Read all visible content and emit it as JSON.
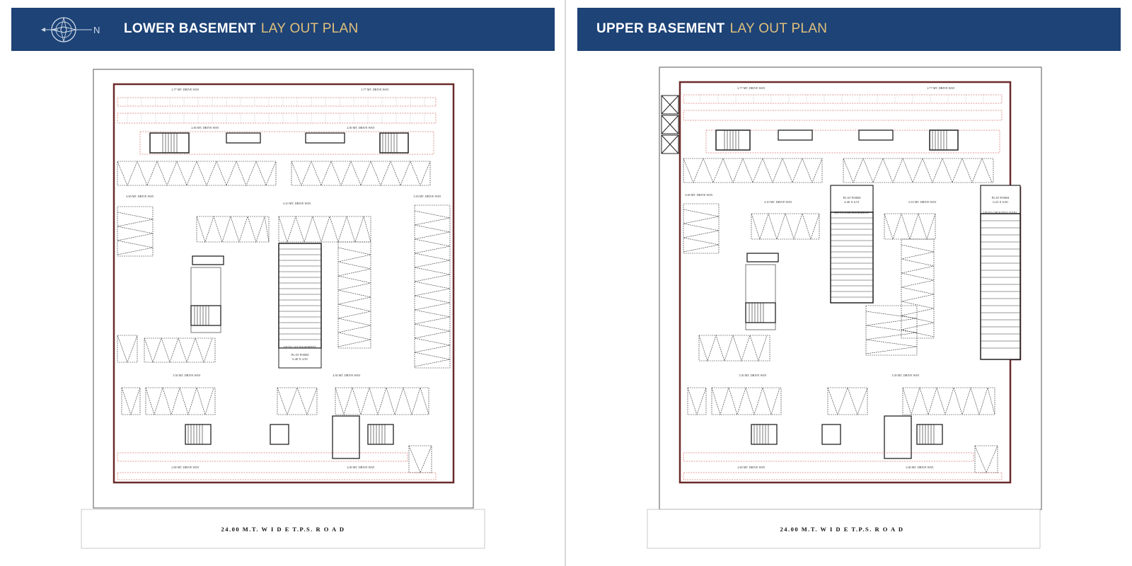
{
  "left": {
    "title_bold": "LOWER BASEMENT",
    "title_light": "LAY OUT PLAN",
    "compass_letter": "N",
    "road_label": "24.00  M.T. W I D E T.P.S. R O A D",
    "ramp_label": "UP TO 1ST BASEMENT",
    "platform_label": "PLAT FORM",
    "platform_size": "6.40 X 4.50",
    "drive_ways": {
      "top_left": "2.77 MT. DRIVE WAY",
      "top_right": "2.77 MT. DRIVE WAY",
      "inner_left": "2.00 MT. DRIVE WAY",
      "inner_right": "2.00 MT. DRIVE WAY",
      "mid_left": "6.00 MT. DRIVE WAY",
      "mid_center": "6.10 MT. DRIVE WAY",
      "mid_right": "3.50 MT. DRIVE WAY",
      "lower_left": "3.50 MT. DRIVE WAY",
      "lower_right": "4.50 MT. DRIVE WAY",
      "bottom_left": "2.00 MT. DRIVE WAY",
      "bottom_right": "2.00 MT. DRIVE WAY"
    }
  },
  "right": {
    "title_bold": "UPPER BASEMENT",
    "title_light": "LAY OUT PLAN",
    "road_label": "24.00  M.T. W I D E T.P.S. R O A D",
    "platform1_label": "PLAT FORM",
    "platform1_size": "6.40 X 6.51",
    "platform1_note": "DN TO 2ND BASEMENT",
    "platform2_label": "PLAT FORM",
    "platform2_size": "6.23 X 6.00",
    "platform2_note": "UP TO GROUND LEVEL",
    "drive_ways": {
      "top_left": "2.77 MT. DRIVE WAY",
      "top_right": "2.77 MT. DRIVE WAY",
      "mid_left": "6.00 MT. DRIVE WAY",
      "mid_center": "6.10 MT. DRIVE WAY",
      "mid_right": "6.10 MT. DRIVE WAY",
      "lower_left": "3.50 MT. DRIVE WAY",
      "lower_right": "3.50 MT. DRIVE WAY",
      "bottom_left": "2.60 MT. DRIVE WAY",
      "bottom_right": "2.60 MT. DRIVE WAY"
    }
  },
  "colors": {
    "banner": "#1d4377",
    "title_light": "#e2c07a",
    "wall": "#6b2b2b",
    "dashed": "#c0392b"
  }
}
